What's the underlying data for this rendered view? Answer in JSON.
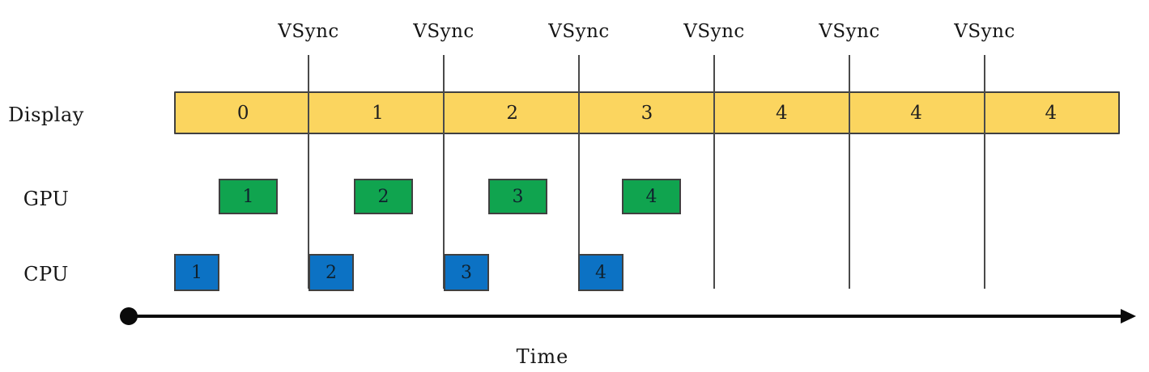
{
  "vsync": {
    "labels": [
      "VSync",
      "VSync",
      "VSync",
      "VSync",
      "VSync",
      "VSync"
    ]
  },
  "rows": {
    "display": {
      "label": "Display",
      "segments": [
        "0",
        "1",
        "2",
        "3",
        "4",
        "4",
        "4"
      ]
    },
    "gpu": {
      "label": "GPU",
      "boxes": [
        "1",
        "2",
        "3",
        "4"
      ]
    },
    "cpu": {
      "label": "CPU",
      "boxes": [
        "1",
        "2",
        "3",
        "4"
      ]
    }
  },
  "axis": {
    "label": "Time"
  },
  "colors": {
    "display_fill": "#fbd55f",
    "gpu_fill": "#10a44f",
    "cpu_fill": "#0c72c4",
    "line": "#4a4a4a"
  }
}
